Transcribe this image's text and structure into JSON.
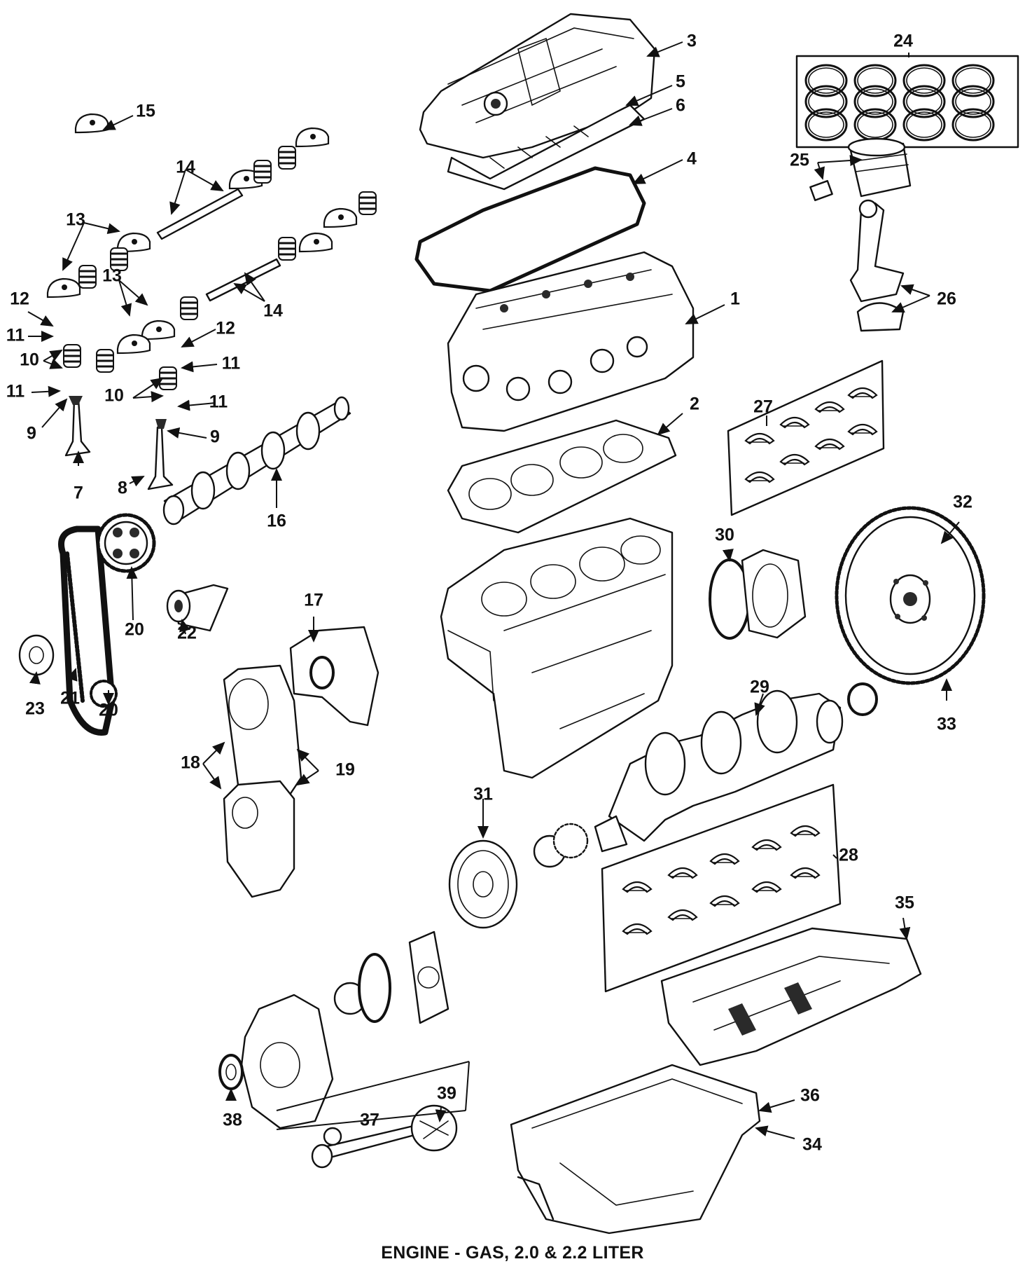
{
  "caption": "ENGINE - GAS, 2.0 & 2.2 LITER",
  "callouts": [
    "1",
    "2",
    "3",
    "4",
    "5",
    "6",
    "7",
    "8",
    "9",
    "9",
    "10",
    "10",
    "11",
    "11",
    "11",
    "11",
    "12",
    "12",
    "13",
    "13",
    "14",
    "14",
    "15",
    "16",
    "17",
    "18",
    "19",
    "20",
    "20",
    "21",
    "22",
    "23",
    "24",
    "25",
    "26",
    "27",
    "28",
    "29",
    "30",
    "31",
    "32",
    "33",
    "34",
    "35",
    "36",
    "37",
    "38",
    "39"
  ],
  "colors": {
    "ink": "#111111",
    "background": "#ffffff"
  }
}
